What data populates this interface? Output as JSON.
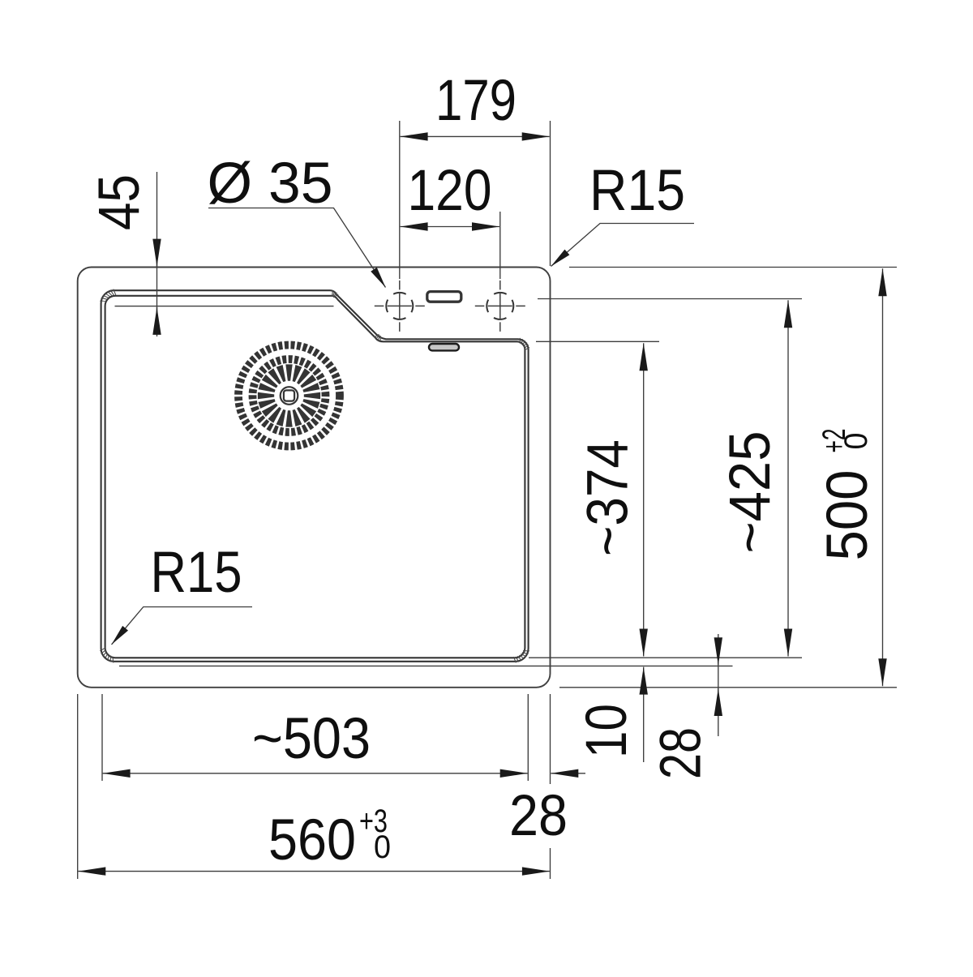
{
  "page": {
    "background": "#ffffff"
  },
  "drawing": {
    "type": "technical dimension drawing",
    "subject": "kitchen sink top view with cut-out dimensions",
    "units": "mm",
    "colors": {
      "line": "#3f3f3f",
      "text": "#0f0f0f"
    },
    "labels": {
      "top_width": "179",
      "hole_spacing": "120",
      "hole_diameter": "Ø 35",
      "radius_top": "R15",
      "rim_45": "45",
      "bowl_depth": "~374",
      "bowl_height": "~425",
      "depth_500": "500",
      "depth_500_tol_plus": "+2",
      "depth_500_tol_minus": "0",
      "bowl_width": "~503",
      "width_560": "560",
      "width_560_tol_plus": "+3",
      "width_560_tol_minus": "0",
      "edge_bottom": "28",
      "bottom_radius": "10",
      "edge_right": "28",
      "radius_bottom": "R15"
    }
  }
}
